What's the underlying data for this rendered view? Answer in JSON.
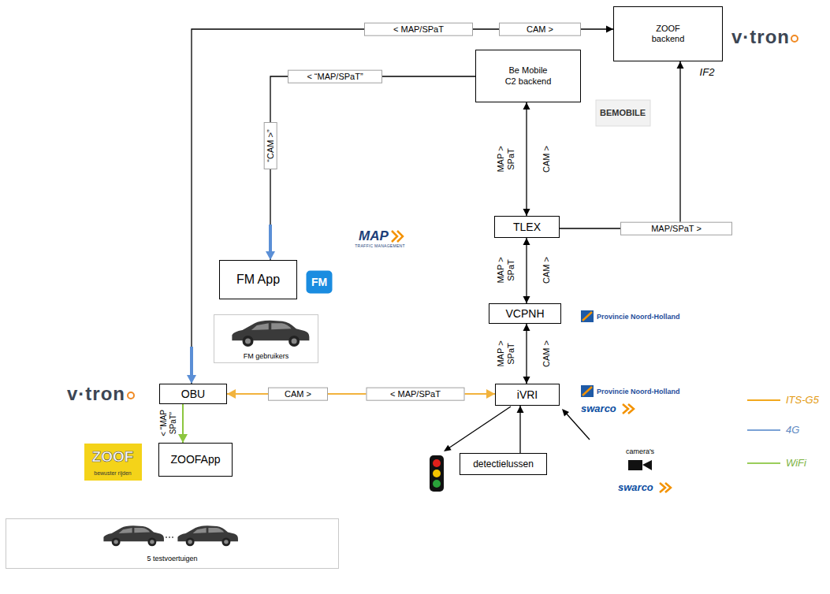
{
  "diagram": {
    "nodes": [
      {
        "text": [
          "ZOOF backend"
        ]
      },
      {
        "text": [
          "Be Mobile C2 backend"
        ]
      },
      {
        "text": [
          "TLEX"
        ]
      },
      {
        "text": [
          "VCPNH"
        ]
      },
      {
        "text": [
          "FM App"
        ]
      },
      {
        "text": [
          "FM gebruikers"
        ]
      },
      {
        "text": [
          "OBU"
        ]
      },
      {
        "text": [
          "iVRI"
        ]
      },
      {
        "text": [
          "ZOOFApp"
        ]
      },
      {
        "text": [
          "detectielussen"
        ]
      },
      {
        "text": [
          "5 testvoertuigen"
        ]
      }
    ],
    "edges": [
      {
        "from": 6,
        "to": 0,
        "arrow": "both",
        "label": "< MAP/SPaT"
      },
      {
        "from": 1,
        "to": 4,
        "arrow": "to",
        "label": "< “MAP/SPaT”"
      },
      {
        "from": 1,
        "to": 2,
        "arrow": "both",
        "label": "MAP > SPaT"
      },
      {
        "from": 2,
        "to": 0,
        "arrow": "to",
        "label": "MAP/SPaT >"
      },
      {
        "from": 2,
        "to": 3,
        "arrow": "both",
        "label": "MAP > SPaT"
      },
      {
        "from": 3,
        "to": 7,
        "arrow": "both",
        "label": "MAP > SPaT"
      },
      {
        "from": 7,
        "to": 6,
        "arrow": "both",
        "label": "< MAP/SPaT"
      },
      {
        "from": 6,
        "to": 8,
        "arrow": "to",
        "label": "< “MAP SPaT”"
      },
      {
        "from": 9,
        "to": 7,
        "arrow": "to"
      }
    ],
    "labels": [
      "v·tron",
      "BEMOBILE",
      "IF2",
      "MAP",
      "TRAFFIC MANAGEMENT",
      "FM",
      "Provincie Noord-Holland",
      "Provincie Noord-Holland",
      "swarco",
      "v·tron",
      "ZOOF",
      "bewuster rijden",
      "camera's",
      "swarco",
      "CAM >",
      "“CAM >”",
      "CAM >",
      "CAM >",
      "CAM >",
      "CAM >"
    ],
    "legend": [
      {
        "text": "ITS-G5"
      },
      {
        "text": "4G"
      },
      {
        "text": "WiFi"
      }
    ]
  }
}
